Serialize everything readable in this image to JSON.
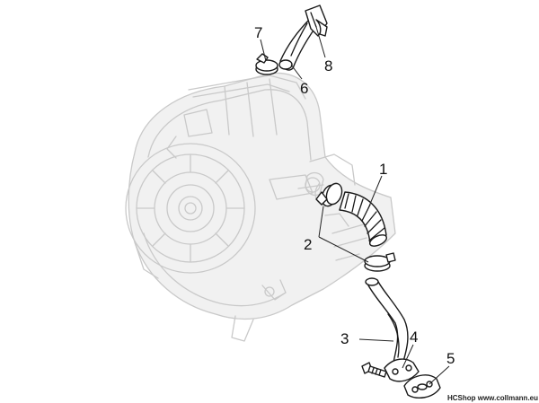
{
  "diagram": {
    "callouts": [
      {
        "id": "1",
        "label": "1"
      },
      {
        "id": "2",
        "label": "2"
      },
      {
        "id": "3",
        "label": "3"
      },
      {
        "id": "4",
        "label": "4"
      },
      {
        "id": "5",
        "label": "5"
      },
      {
        "id": "6",
        "label": "6"
      },
      {
        "id": "7",
        "label": "7"
      },
      {
        "id": "8",
        "label": "8"
      }
    ],
    "watermark": "HCShop www.collmann.eu"
  }
}
